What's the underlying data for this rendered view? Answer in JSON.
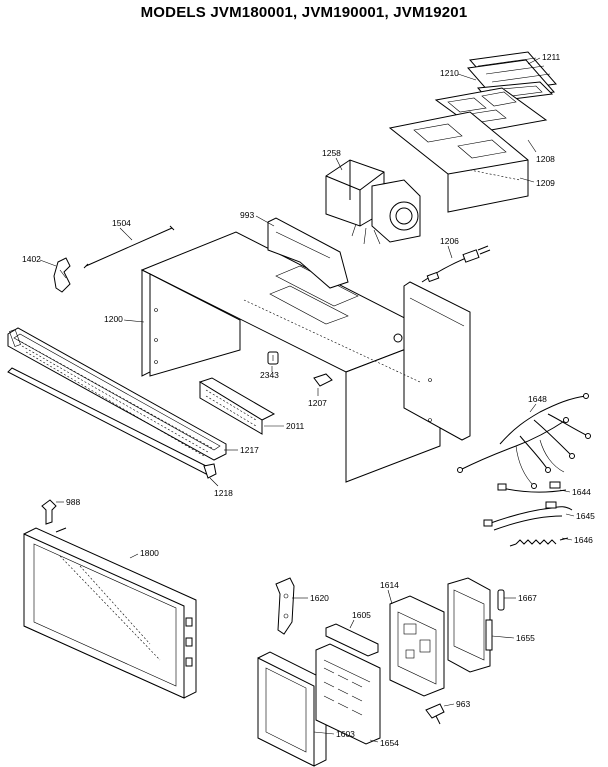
{
  "title": "MODELS JVM180001, JVM190001, JVM19201",
  "parts": {
    "p1211": "1211",
    "p1210": "1210",
    "p1208": "1208",
    "p1209": "1209",
    "p1258": "1258",
    "p993": "993",
    "p1504": "1504",
    "p1206": "1206",
    "p1402": "1402",
    "p1200": "1200",
    "p2343": "2343",
    "p1207": "1207",
    "p2011": "2011",
    "p1217": "1217",
    "p1218": "1218",
    "p1648": "1648",
    "p1644": "1644",
    "p1645": "1645",
    "p1646": "1646",
    "p988": "988",
    "p1800": "1800",
    "p1620": "1620",
    "p1614": "1614",
    "p1605": "1605",
    "p1667": "1667",
    "p1655": "1655",
    "p1603": "1603",
    "p1654": "1654",
    "p963": "963"
  }
}
